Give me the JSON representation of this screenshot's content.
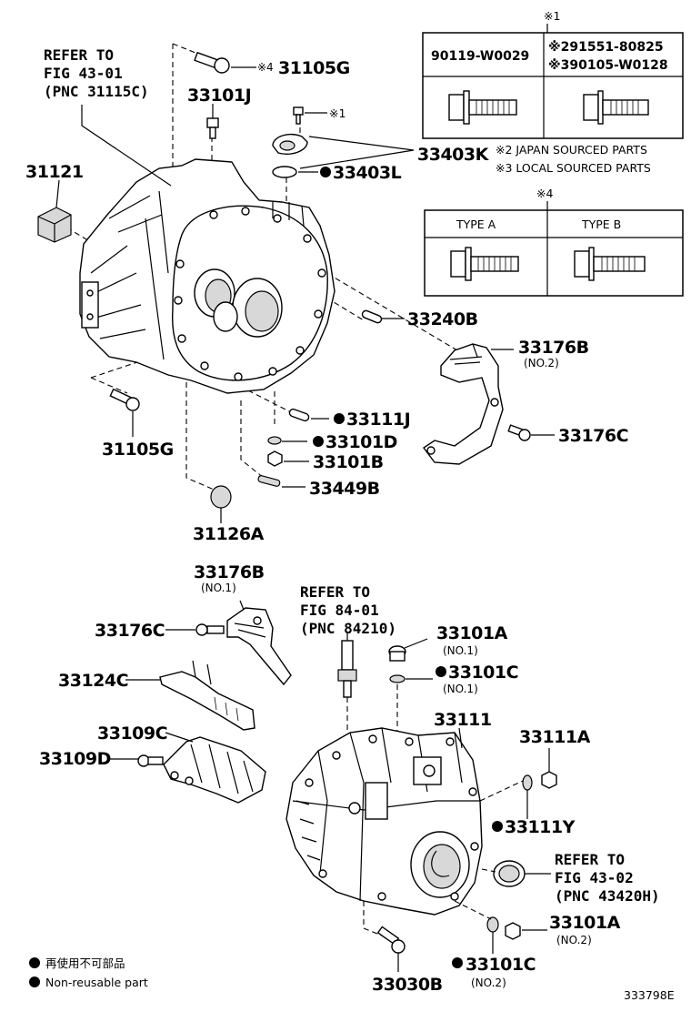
{
  "labels": {
    "refer_fig4301": [
      "REFER TO",
      "FIG 43-01",
      "(PNC 31115C)"
    ],
    "p31105G_top": "31105G",
    "p31105G_top_mark": "※4",
    "p33101J": "33101J",
    "p31121": "31121",
    "p_mark1_bolt": "※1",
    "p33403K": "33403K",
    "p33403L": "33403L",
    "p33240B": "33240B",
    "p33176B_no2": "33176B",
    "p33176B_no2_sub": "(NO.2)",
    "p33176C_right": "33176C",
    "p31105G_bottom": "31105G",
    "p33111J": "33111J",
    "p33101D": "33101D",
    "p33101B": "33101B",
    "p33449B": "33449B",
    "p31126A": "31126A",
    "p33176B_no1": "33176B",
    "p33176B_no1_sub": "(NO.1)",
    "p33176C_left": "33176C",
    "refer_fig8401": [
      "REFER TO",
      "FIG 84-01",
      "(PNC 84210)"
    ],
    "p33101A_no1": "33101A",
    "p33101A_no1_sub": "(NO.1)",
    "p33101C_no1": "33101C",
    "p33101C_no1_sub": "(NO.1)",
    "p33124C": "33124C",
    "p33111": "33111",
    "p33111A": "33111A",
    "p33109C": "33109C",
    "p33109D": "33109D",
    "p33111Y": "33111Y",
    "refer_fig4302": [
      "REFER TO",
      "FIG 43-02",
      "(PNC 43420H)"
    ],
    "p33101A_no2": "33101A",
    "p33101A_no2_sub": "(NO.2)",
    "p33030B": "33030B",
    "p33101C_no2": "33101C",
    "p33101C_no2_sub": "(NO.2)"
  },
  "table1": {
    "mark": "※1",
    "col1": "90119-W0029",
    "col2_line1": "※291551-80825",
    "col2_line2": "※390105-W0128"
  },
  "notes": {
    "japan": "※2 JAPAN SOURCED PARTS",
    "local": "※3 LOCAL SOURCED PARTS"
  },
  "table2": {
    "mark": "※4",
    "type_a": "TYPE A",
    "type_b": "TYPE B"
  },
  "legend": {
    "jp": "再使用不可部品",
    "en": "Non-reusable part"
  },
  "figure_code": "333798E"
}
